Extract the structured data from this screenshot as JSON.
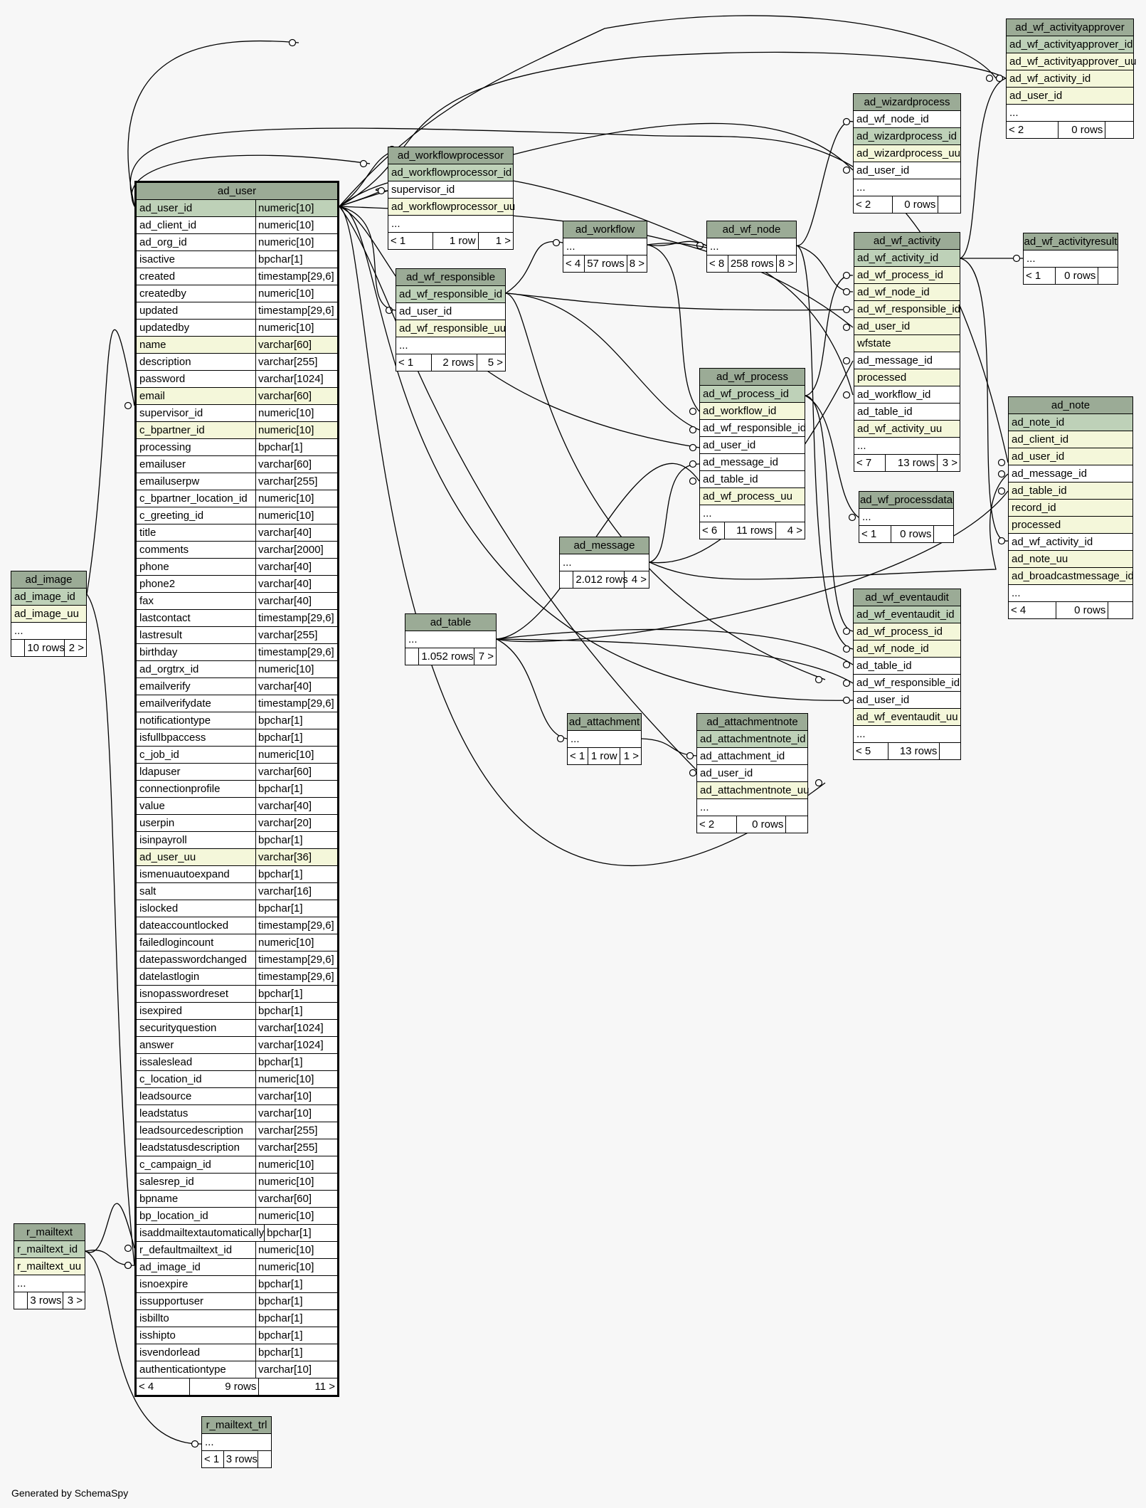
{
  "footer_text": "Generated by SchemaSpy",
  "colors": {
    "background": "#f7f7f7",
    "header": "#9bab96",
    "primary_key": "#bed1b8",
    "indexed": "#f4f7da",
    "line": "#000000"
  },
  "tables": {
    "ad_wf_activityapprover": {
      "name": "ad_wf_activityapprover",
      "rows": [
        [
          "ad_wf_activityapprover_id",
          "pk"
        ],
        [
          "ad_wf_activityapprover_uu",
          "idx"
        ],
        [
          "ad_wf_activity_id",
          "idx"
        ],
        [
          "ad_user_id",
          "idx"
        ],
        [
          "...",
          "plain"
        ]
      ],
      "foot": [
        "< 2",
        "0 rows",
        ""
      ]
    },
    "ad_wizardprocess": {
      "name": "ad_wizardprocess",
      "rows": [
        [
          "ad_wf_node_id",
          "plain"
        ],
        [
          "ad_wizardprocess_id",
          "pk"
        ],
        [
          "ad_wizardprocess_uu",
          "idx"
        ],
        [
          "ad_user_id",
          "plain"
        ],
        [
          "...",
          "plain"
        ]
      ],
      "foot": [
        "< 2",
        "0 rows",
        ""
      ]
    },
    "ad_workflowprocessor": {
      "name": "ad_workflowprocessor",
      "rows": [
        [
          "ad_workflowprocessor_id",
          "pk"
        ],
        [
          "supervisor_id",
          "plain"
        ],
        [
          "ad_workflowprocessor_uu",
          "idx"
        ],
        [
          "...",
          "plain"
        ]
      ],
      "foot": [
        "< 1",
        "1 row",
        "1 >"
      ]
    },
    "ad_wf_activity": {
      "name": "ad_wf_activity",
      "rows": [
        [
          "ad_wf_activity_id",
          "pk"
        ],
        [
          "ad_wf_process_id",
          "idx"
        ],
        [
          "ad_wf_node_id",
          "idx"
        ],
        [
          "ad_wf_responsible_id",
          "idx"
        ],
        [
          "ad_user_id",
          "idx"
        ],
        [
          "wfstate",
          "idx"
        ],
        [
          "ad_message_id",
          "plain"
        ],
        [
          "processed",
          "idx"
        ],
        [
          "ad_workflow_id",
          "plain"
        ],
        [
          "ad_table_id",
          "plain"
        ],
        [
          "ad_wf_activity_uu",
          "idx"
        ],
        [
          "...",
          "plain"
        ]
      ],
      "foot": [
        "< 7",
        "13 rows",
        "3 >"
      ]
    },
    "ad_wf_activityresult": {
      "name": "ad_wf_activityresult",
      "rows": [
        [
          "...",
          "plain"
        ]
      ],
      "foot": [
        "< 1",
        "0 rows",
        ""
      ]
    },
    "ad_workflow": {
      "name": "ad_workflow",
      "rows": [
        [
          "...",
          "plain"
        ]
      ],
      "foot": [
        "< 4",
        "57 rows",
        "8 >"
      ]
    },
    "ad_wf_node": {
      "name": "ad_wf_node",
      "rows": [
        [
          "...",
          "plain"
        ]
      ],
      "foot": [
        "< 8",
        "258 rows",
        "8 >"
      ]
    },
    "ad_wf_responsible": {
      "name": "ad_wf_responsible",
      "rows": [
        [
          "ad_wf_responsible_id",
          "pk"
        ],
        [
          "ad_user_id",
          "plain"
        ],
        [
          "ad_wf_responsible_uu",
          "idx"
        ],
        [
          "...",
          "plain"
        ]
      ],
      "foot": [
        "< 1",
        "2 rows",
        "5 >"
      ]
    },
    "ad_user": {
      "name": "ad_user",
      "rows": [
        [
          "ad_user_id",
          "numeric[10]",
          "pk"
        ],
        [
          "ad_client_id",
          "numeric[10]",
          "plain"
        ],
        [
          "ad_org_id",
          "numeric[10]",
          "plain"
        ],
        [
          "isactive",
          "bpchar[1]",
          "plain"
        ],
        [
          "created",
          "timestamp[29,6]",
          "plain"
        ],
        [
          "createdby",
          "numeric[10]",
          "plain"
        ],
        [
          "updated",
          "timestamp[29,6]",
          "plain"
        ],
        [
          "updatedby",
          "numeric[10]",
          "plain"
        ],
        [
          "name",
          "varchar[60]",
          "idx"
        ],
        [
          "description",
          "varchar[255]",
          "plain"
        ],
        [
          "password",
          "varchar[1024]",
          "plain"
        ],
        [
          "email",
          "varchar[60]",
          "idx"
        ],
        [
          "supervisor_id",
          "numeric[10]",
          "plain"
        ],
        [
          "c_bpartner_id",
          "numeric[10]",
          "idx"
        ],
        [
          "processing",
          "bpchar[1]",
          "plain"
        ],
        [
          "emailuser",
          "varchar[60]",
          "plain"
        ],
        [
          "emailuserpw",
          "varchar[255]",
          "plain"
        ],
        [
          "c_bpartner_location_id",
          "numeric[10]",
          "plain"
        ],
        [
          "c_greeting_id",
          "numeric[10]",
          "plain"
        ],
        [
          "title",
          "varchar[40]",
          "plain"
        ],
        [
          "comments",
          "varchar[2000]",
          "plain"
        ],
        [
          "phone",
          "varchar[40]",
          "plain"
        ],
        [
          "phone2",
          "varchar[40]",
          "plain"
        ],
        [
          "fax",
          "varchar[40]",
          "plain"
        ],
        [
          "lastcontact",
          "timestamp[29,6]",
          "plain"
        ],
        [
          "lastresult",
          "varchar[255]",
          "plain"
        ],
        [
          "birthday",
          "timestamp[29,6]",
          "plain"
        ],
        [
          "ad_orgtrx_id",
          "numeric[10]",
          "plain"
        ],
        [
          "emailverify",
          "varchar[40]",
          "plain"
        ],
        [
          "emailverifydate",
          "timestamp[29,6]",
          "plain"
        ],
        [
          "notificationtype",
          "bpchar[1]",
          "plain"
        ],
        [
          "isfullbpaccess",
          "bpchar[1]",
          "plain"
        ],
        [
          "c_job_id",
          "numeric[10]",
          "plain"
        ],
        [
          "ldapuser",
          "varchar[60]",
          "plain"
        ],
        [
          "connectionprofile",
          "bpchar[1]",
          "plain"
        ],
        [
          "value",
          "varchar[40]",
          "plain"
        ],
        [
          "userpin",
          "varchar[20]",
          "plain"
        ],
        [
          "isinpayroll",
          "bpchar[1]",
          "plain"
        ],
        [
          "ad_user_uu",
          "varchar[36]",
          "idx"
        ],
        [
          "ismenuautoexpand",
          "bpchar[1]",
          "plain"
        ],
        [
          "salt",
          "varchar[16]",
          "plain"
        ],
        [
          "islocked",
          "bpchar[1]",
          "plain"
        ],
        [
          "dateaccountlocked",
          "timestamp[29,6]",
          "plain"
        ],
        [
          "failedlogincount",
          "numeric[10]",
          "plain"
        ],
        [
          "datepasswordchanged",
          "timestamp[29,6]",
          "plain"
        ],
        [
          "datelastlogin",
          "timestamp[29,6]",
          "plain"
        ],
        [
          "isnopasswordreset",
          "bpchar[1]",
          "plain"
        ],
        [
          "isexpired",
          "bpchar[1]",
          "plain"
        ],
        [
          "securityquestion",
          "varchar[1024]",
          "plain"
        ],
        [
          "answer",
          "varchar[1024]",
          "plain"
        ],
        [
          "issaleslead",
          "bpchar[1]",
          "plain"
        ],
        [
          "c_location_id",
          "numeric[10]",
          "plain"
        ],
        [
          "leadsource",
          "varchar[10]",
          "plain"
        ],
        [
          "leadstatus",
          "varchar[10]",
          "plain"
        ],
        [
          "leadsourcedescription",
          "varchar[255]",
          "plain"
        ],
        [
          "leadstatusdescription",
          "varchar[255]",
          "plain"
        ],
        [
          "c_campaign_id",
          "numeric[10]",
          "plain"
        ],
        [
          "salesrep_id",
          "numeric[10]",
          "plain"
        ],
        [
          "bpname",
          "varchar[60]",
          "plain"
        ],
        [
          "bp_location_id",
          "numeric[10]",
          "plain"
        ],
        [
          "isaddmailtextautomatically",
          "bpchar[1]",
          "plain"
        ],
        [
          "r_defaultmailtext_id",
          "numeric[10]",
          "plain"
        ],
        [
          "ad_image_id",
          "numeric[10]",
          "plain"
        ],
        [
          "isnoexpire",
          "bpchar[1]",
          "plain"
        ],
        [
          "issupportuser",
          "bpchar[1]",
          "plain"
        ],
        [
          "isbillto",
          "bpchar[1]",
          "plain"
        ],
        [
          "isshipto",
          "bpchar[1]",
          "plain"
        ],
        [
          "isvendorlead",
          "bpchar[1]",
          "plain"
        ],
        [
          "authenticationtype",
          "varchar[10]",
          "plain"
        ]
      ],
      "foot": [
        "< 4",
        "9 rows",
        "11 >"
      ]
    },
    "ad_wf_process": {
      "name": "ad_wf_process",
      "rows": [
        [
          "ad_wf_process_id",
          "pk"
        ],
        [
          "ad_workflow_id",
          "idx"
        ],
        [
          "ad_wf_responsible_id",
          "plain"
        ],
        [
          "ad_user_id",
          "plain"
        ],
        [
          "ad_message_id",
          "plain"
        ],
        [
          "ad_table_id",
          "plain"
        ],
        [
          "ad_wf_process_uu",
          "idx"
        ],
        [
          "...",
          "plain"
        ]
      ],
      "foot": [
        "< 6",
        "11 rows",
        "4 >"
      ]
    },
    "ad_note": {
      "name": "ad_note",
      "rows": [
        [
          "ad_note_id",
          "pk"
        ],
        [
          "ad_client_id",
          "idx"
        ],
        [
          "ad_user_id",
          "idx"
        ],
        [
          "ad_message_id",
          "plain"
        ],
        [
          "ad_table_id",
          "idx"
        ],
        [
          "record_id",
          "idx"
        ],
        [
          "processed",
          "idx"
        ],
        [
          "ad_wf_activity_id",
          "plain"
        ],
        [
          "ad_note_uu",
          "idx"
        ],
        [
          "ad_broadcastmessage_id",
          "idx"
        ],
        [
          "...",
          "plain"
        ]
      ],
      "foot": [
        "< 4",
        "0 rows",
        ""
      ]
    },
    "ad_wf_processdata": {
      "name": "ad_wf_processdata",
      "rows": [
        [
          "...",
          "plain"
        ]
      ],
      "foot": [
        "< 1",
        "0 rows",
        ""
      ]
    },
    "ad_message": {
      "name": "ad_message",
      "rows": [
        [
          "...",
          "plain"
        ]
      ],
      "foot": [
        "",
        "2.012 rows",
        "4 >"
      ]
    },
    "ad_image": {
      "name": "ad_image",
      "rows": [
        [
          "ad_image_id",
          "pk"
        ],
        [
          "ad_image_uu",
          "idx"
        ],
        [
          "...",
          "plain"
        ]
      ],
      "foot": [
        "",
        "10 rows",
        "2 >"
      ]
    },
    "ad_table": {
      "name": "ad_table",
      "rows": [
        [
          "...",
          "plain"
        ]
      ],
      "foot": [
        "",
        "1.052 rows",
        "7 >"
      ]
    },
    "ad_wf_eventaudit": {
      "name": "ad_wf_eventaudit",
      "rows": [
        [
          "ad_wf_eventaudit_id",
          "pk"
        ],
        [
          "ad_wf_process_id",
          "idx"
        ],
        [
          "ad_wf_node_id",
          "idx"
        ],
        [
          "ad_table_id",
          "plain"
        ],
        [
          "ad_wf_responsible_id",
          "plain"
        ],
        [
          "ad_user_id",
          "plain"
        ],
        [
          "ad_wf_eventaudit_uu",
          "idx"
        ],
        [
          "...",
          "plain"
        ]
      ],
      "foot": [
        "< 5",
        "13 rows",
        ""
      ]
    },
    "ad_attachment": {
      "name": "ad_attachment",
      "rows": [
        [
          "...",
          "plain"
        ]
      ],
      "foot": [
        "< 1",
        "1 row",
        "1 >"
      ]
    },
    "ad_attachmentnote": {
      "name": "ad_attachmentnote",
      "rows": [
        [
          "ad_attachmentnote_id",
          "pk"
        ],
        [
          "ad_attachment_id",
          "plain"
        ],
        [
          "ad_user_id",
          "plain"
        ],
        [
          "ad_attachmentnote_uu",
          "idx"
        ],
        [
          "...",
          "plain"
        ]
      ],
      "foot": [
        "< 2",
        "0 rows",
        ""
      ]
    },
    "r_mailtext": {
      "name": "r_mailtext",
      "rows": [
        [
          "r_mailtext_id",
          "pk"
        ],
        [
          "r_mailtext_uu",
          "idx"
        ],
        [
          "...",
          "plain"
        ]
      ],
      "foot": [
        "",
        "3 rows",
        "3 >"
      ]
    },
    "r_mailtext_trl": {
      "name": "r_mailtext_trl",
      "rows": [
        [
          "...",
          "plain"
        ]
      ],
      "foot": [
        "< 1",
        "3 rows",
        ""
      ]
    }
  }
}
